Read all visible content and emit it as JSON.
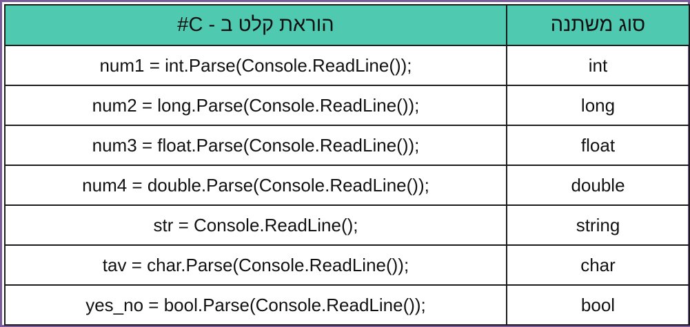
{
  "table": {
    "headers": {
      "instruction": "הוראת קלט ב - C#",
      "type": "סוג משתנה"
    },
    "rows": [
      {
        "instruction": "num1 = int.Parse(Console.ReadLine());",
        "type": "int"
      },
      {
        "instruction": "num2 = long.Parse(Console.ReadLine());",
        "type": "long"
      },
      {
        "instruction": "num3 = float.Parse(Console.ReadLine());",
        "type": "float"
      },
      {
        "instruction": "num4 = double.Parse(Console.ReadLine());",
        "type": "double"
      },
      {
        "instruction": "str = Console.ReadLine();",
        "type": "string"
      },
      {
        "instruction": "tav = char.Parse(Console.ReadLine());",
        "type": "char"
      },
      {
        "instruction": "yes_no = bool.Parse(Console.ReadLine());",
        "type": "bool"
      }
    ]
  },
  "colors": {
    "header_background": "#4fc9b0",
    "frame_border": "#7a5a9c",
    "grid_lines": "#1a1a1a"
  }
}
